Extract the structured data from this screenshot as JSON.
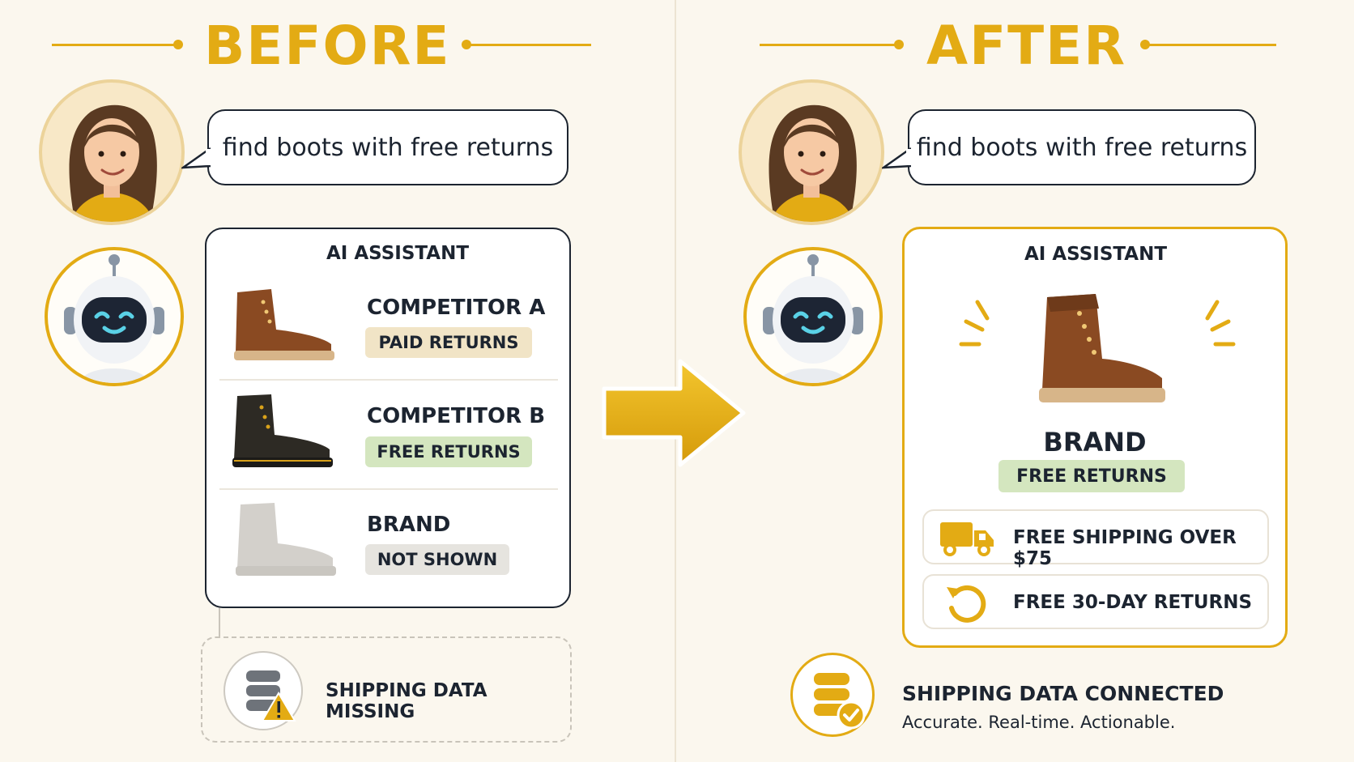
{
  "before": {
    "heading": "BEFORE",
    "query": "find boots with free returns",
    "panel_title": "AI ASSISTANT",
    "results": [
      {
        "name": "COMPETITOR A",
        "badge": "PAID RETURNS",
        "badge_color": "#f1e4c6",
        "boot_color": "#8a4a22"
      },
      {
        "name": "COMPETITOR B",
        "badge": "FREE RETURNS",
        "badge_color": "#d4e6bf",
        "boot_color": "#2d2a24"
      },
      {
        "name": "BRAND",
        "badge": "NOT SHOWN",
        "badge_color": "#e6e4df",
        "boot_color": "#d3d0cb"
      }
    ],
    "status": "SHIPPING DATA MISSING"
  },
  "after": {
    "heading": "AFTER",
    "query": "find boots with free returns",
    "panel_title": "AI ASSISTANT",
    "brand": "BRAND",
    "badge": "FREE RETURNS",
    "badge_color": "#d4e6bf",
    "features": [
      {
        "label": "FREE SHIPPING OVER $75",
        "icon": "truck-icon"
      },
      {
        "label": "FREE 30-DAY RETURNS",
        "icon": "return-arrow-icon"
      }
    ],
    "status_title": "SHIPPING DATA CONNECTED",
    "status_subtitle": "Accurate. Real-time. Actionable."
  },
  "colors": {
    "accent": "#e3ab14",
    "background": "#fbf7ee",
    "ink": "#1c2430"
  }
}
